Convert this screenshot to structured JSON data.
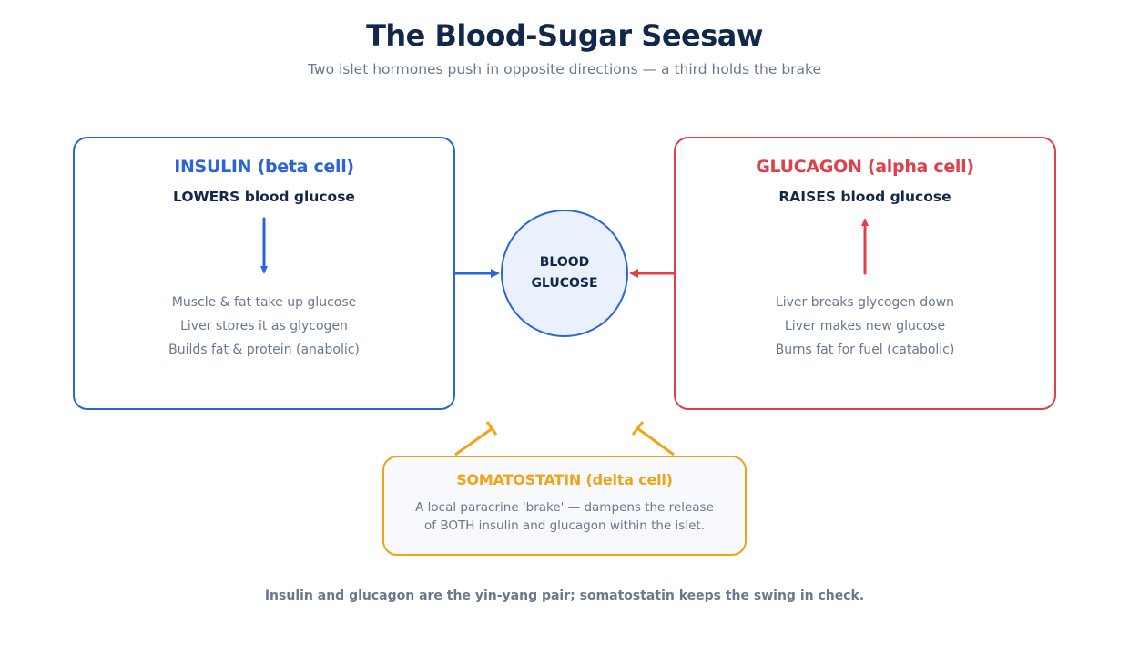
{
  "title": "The Blood-Sugar Seesaw",
  "subtitle": "Two islet hormones push in opposite directions — a third holds the brake",
  "insulin": {
    "heading": "INSULIN (beta cell)",
    "effect": "LOWERS blood glucose",
    "actions": [
      "Muscle & fat take up glucose",
      "Liver stores it as glycogen",
      "Builds fat & protein (anabolic)"
    ],
    "color": "#2b63d8"
  },
  "glucagon": {
    "heading": "GLUCAGON (alpha cell)",
    "effect": "RAISES blood glucose",
    "actions": [
      "Liver breaks glycogen down",
      "Liver makes new glucose",
      "Burns fat for fuel (catabolic)"
    ],
    "color": "#e0404a"
  },
  "hub": {
    "line1": "BLOOD",
    "line2": "GLUCOSE"
  },
  "somatostatin": {
    "heading": "SOMATOSTATIN (delta cell)",
    "desc_line1": "A local paracrine 'brake' — dampens the release",
    "desc_line2": "of BOTH insulin and glucagon within the islet.",
    "color": "#f0a318"
  },
  "footer": "Insulin and glucagon are the yin-yang pair; somatostatin keeps the swing in check."
}
